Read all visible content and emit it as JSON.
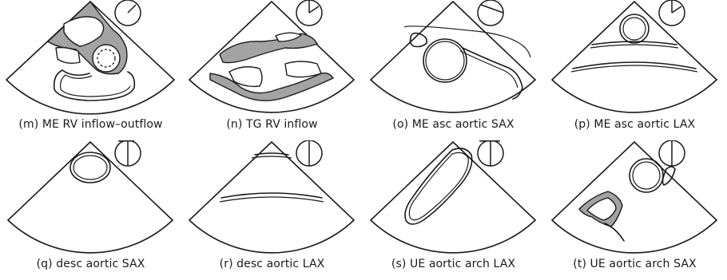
{
  "panels": [
    {
      "label": "(m) ME RV inflow–outflow"
    },
    {
      "label": "(n) TG RV inflow"
    },
    {
      "label": "(o) ME asc aortic SAX"
    },
    {
      "label": "(p) ME asc aortic LAX"
    },
    {
      "label": "(q) desc aortic SAX"
    },
    {
      "label": "(r) desc aortic LAX"
    },
    {
      "label": "(s) UE aortic arch LAX"
    },
    {
      "label": "(t) UE aortic arch SAX"
    }
  ]
}
